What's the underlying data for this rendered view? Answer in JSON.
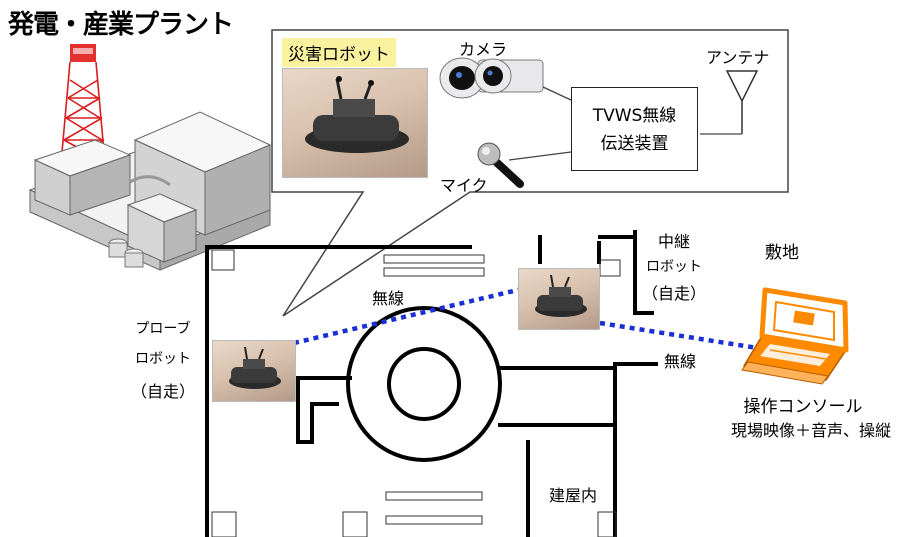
{
  "title": "発電・産業プラント",
  "callout": {
    "robot_label": "災害ロボット",
    "camera_label": "カメラ",
    "antenna_label": "アンテナ",
    "mic_label": "マイク",
    "tvws_line1": "TVWS無線",
    "tvws_line2": "伝送装置"
  },
  "floor": {
    "wireless_label_1": "無線",
    "wireless_label_2": "無線",
    "relay_robot_line1": "中継",
    "relay_robot_line2": "ロボット",
    "relay_robot_line3": "（自走）",
    "probe_robot_line1": "プローブ",
    "probe_robot_line2": "ロボット",
    "probe_robot_line3": "（自走）",
    "building_inside": "建屋内"
  },
  "site": {
    "label": "敷地",
    "console_line1": "操作コンソール",
    "console_line2": "現場映像＋音声、操縦"
  },
  "colors": {
    "wireless_dots": "#1a2fd6",
    "console_orange": "#ff8a00",
    "badge_yellow": "#fbf2a0"
  }
}
